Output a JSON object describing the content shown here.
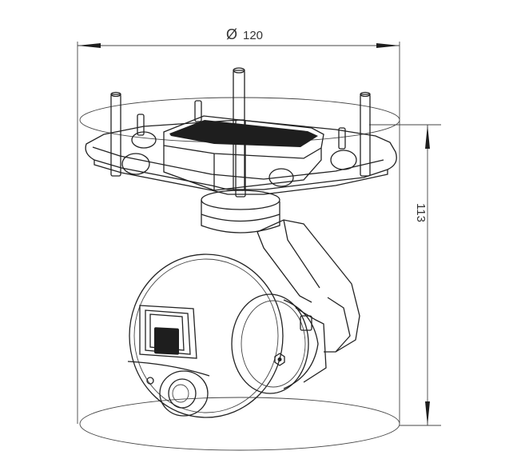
{
  "drawing": {
    "diameter_symbol": "Ø",
    "diameter_value": "120",
    "height_value": "113",
    "line_color": "#222222",
    "background": "#ffffff"
  }
}
